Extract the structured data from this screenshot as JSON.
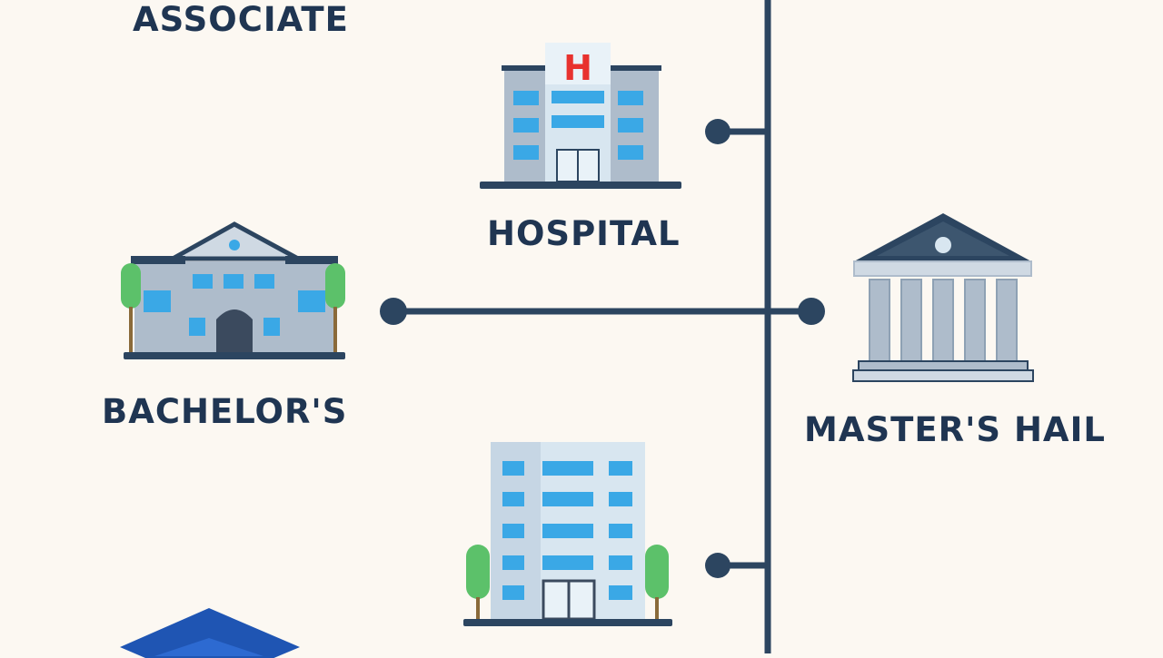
{
  "labels": {
    "associate": "ASSOCIATE",
    "hospital": "HOSPITAL",
    "bachelors": "BACHELOR'S",
    "masters": "MASTER'S HAIL",
    "hospital_sign": "H"
  },
  "colors": {
    "background": "#fcf8f2",
    "line": "#2c4560",
    "text": "#1f3552",
    "hospital_sign": "#e8322e",
    "window": "#3aa8e6",
    "tree": "#5cc16a",
    "cap": "#1f55b3"
  },
  "icons": [
    "hospital-building-icon",
    "university-building-icon",
    "classical-hall-icon",
    "office-building-icon",
    "graduation-cap-icon"
  ]
}
